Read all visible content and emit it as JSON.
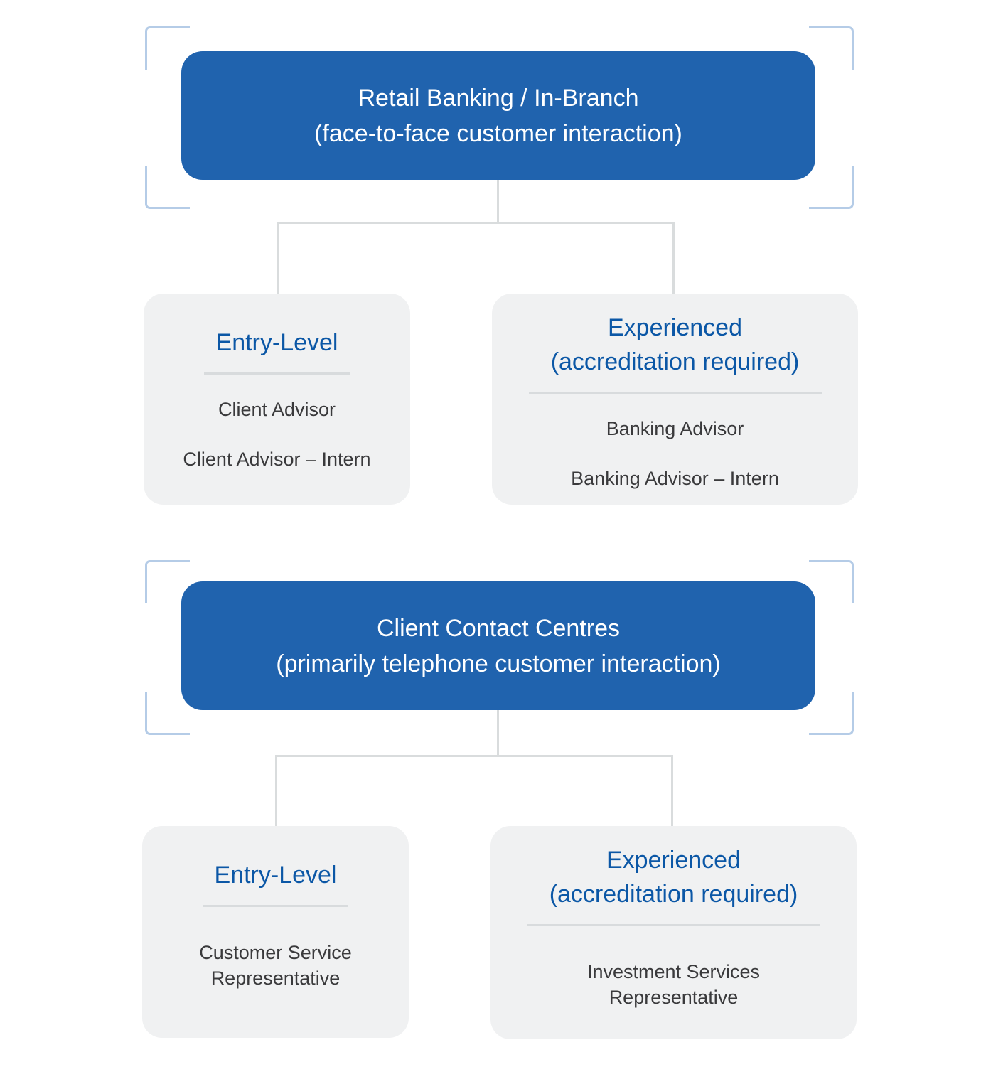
{
  "palette": {
    "header_bg": "#2063ae",
    "header_text": "#ffffff",
    "heading_text": "#0b57a6",
    "body_text": "#3a3a3c",
    "child_bg": "#f0f1f2",
    "divider": "#d8dbdd",
    "connector": "#d9dcdd",
    "bracket": "#b5cce7",
    "background": "#ffffff"
  },
  "sections": [
    {
      "header": {
        "line1": "Retail Banking / In-Branch",
        "line2": "(face-to-face customer interaction)"
      },
      "children": [
        {
          "heading_lines": [
            "Entry-Level"
          ],
          "items": [
            "Client Advisor",
            "Client Advisor – Intern"
          ]
        },
        {
          "heading_lines": [
            "Experienced",
            "(accreditation required)"
          ],
          "items": [
            "Banking Advisor",
            "Banking Advisor – Intern"
          ]
        }
      ]
    },
    {
      "header": {
        "line1": "Client Contact Centres",
        "line2": "(primarily telephone customer interaction)"
      },
      "children": [
        {
          "heading_lines": [
            "Entry-Level"
          ],
          "items": [
            "Customer Service Representative"
          ]
        },
        {
          "heading_lines": [
            "Experienced",
            "(accreditation required)"
          ],
          "items": [
            "Investment Services Representative"
          ]
        }
      ]
    }
  ]
}
